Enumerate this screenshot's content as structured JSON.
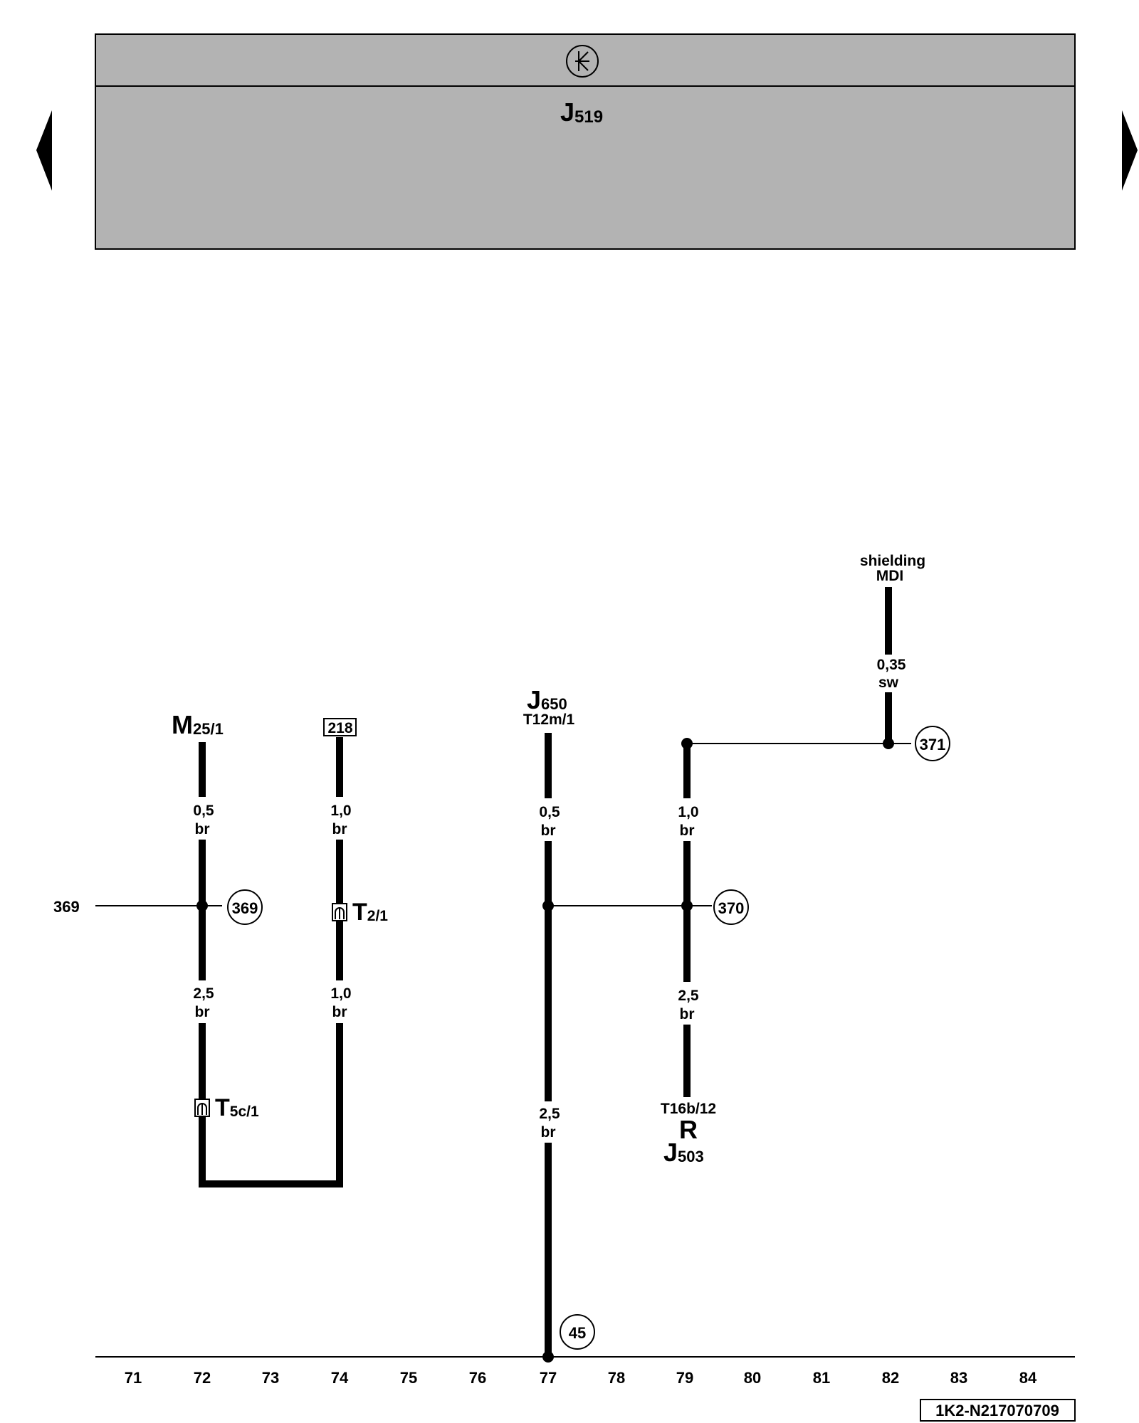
{
  "header": {
    "control_unit": "J",
    "control_unit_sub": "519",
    "icon": "ground-star-symbol"
  },
  "navigation": {
    "prev_icon": "triangle-left",
    "next_icon": "triangle-right"
  },
  "components": {
    "m25": {
      "main": "M",
      "sub": "25/1"
    },
    "ref218": "218",
    "j650": {
      "main": "J",
      "sub": "650",
      "pin": "T12m/1"
    },
    "shielding": {
      "line1": "shielding",
      "line2": "MDI"
    },
    "j503": {
      "pin": "T16b/12",
      "r": "R",
      "main": "J",
      "sub": "503"
    }
  },
  "connectors": {
    "t21": {
      "main": "T",
      "sub": "2/1"
    },
    "t5c": {
      "main": "T",
      "sub": "5c/1"
    }
  },
  "wires": {
    "w72_top": {
      "size": "0,5",
      "color": "br"
    },
    "w72_bottom": {
      "size": "2,5",
      "color": "br"
    },
    "w74_top": {
      "size": "1,0",
      "color": "br"
    },
    "w74_bottom": {
      "size": "1,0",
      "color": "br"
    },
    "w77_top": {
      "size": "0,5",
      "color": "br"
    },
    "w77_bottom": {
      "size": "2,5",
      "color": "br"
    },
    "w79_top": {
      "size": "1,0",
      "color": "br"
    },
    "w79_bottom": {
      "size": "2,5",
      "color": "br"
    },
    "w82": {
      "size": "0,35",
      "color": "sw"
    }
  },
  "junctions": {
    "j369": "369",
    "j370": "370",
    "j371": "371",
    "j45": "45"
  },
  "left_ref": "369",
  "grid_numbers": [
    "71",
    "72",
    "73",
    "74",
    "75",
    "76",
    "77",
    "78",
    "79",
    "80",
    "81",
    "82",
    "83",
    "84"
  ],
  "doc_id": "1K2-N217070709",
  "colors": {
    "header_bg": "#b3b3b3",
    "ink": "#000000",
    "page_bg": "#ffffff"
  }
}
